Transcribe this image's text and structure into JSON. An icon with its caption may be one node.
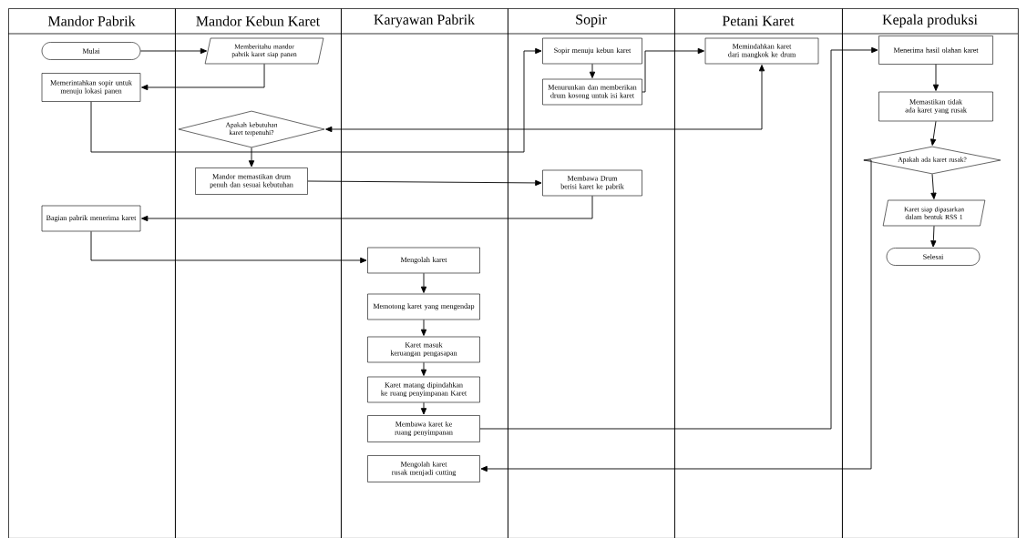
{
  "diagram": {
    "nodes": [
      {
        "text": [
          "Mandor Pabrik"
        ]
      },
      {
        "text": [
          "Mandor Kebun Karet"
        ]
      },
      {
        "text": [
          "Karyawan Pabrik"
        ]
      },
      {
        "text": [
          "Sopir"
        ]
      },
      {
        "text": [
          "Petani Karet"
        ]
      },
      {
        "text": [
          "Kepala produksi"
        ]
      },
      {
        "text": [
          "Mulai"
        ],
        "in": 0
      },
      {
        "text": [
          "Memberitahu mandor pabrik karet siap panen"
        ],
        "in": 1
      },
      {
        "text": [
          "Memerintahkan sopir untuk menuju lokasi panen"
        ],
        "in": 0
      },
      {
        "text": [
          "Sopir menuju kebun karet"
        ],
        "in": 3
      },
      {
        "text": [
          "Menurunkan dan memberikan drum kosong untuk isi karet"
        ],
        "in": 3
      },
      {
        "text": [
          "Memindahkan karet dari mangkok ke drum"
        ],
        "in": 4
      },
      {
        "text": [
          "Menerima hasil olahan karet"
        ],
        "in": 5
      },
      {
        "text": [
          "Apakah kebutuhan karet terpenuhi?"
        ],
        "in": 1
      },
      {
        "text": [
          "Memastikan tidak ada karet yang rusak"
        ],
        "in": 5
      },
      {
        "text": [
          "Apakah ada karet rusak?"
        ],
        "in": 5
      },
      {
        "text": [
          "Mandor memastikan drum penuh dan sesuai kebutuhan"
        ],
        "in": 1
      },
      {
        "text": [
          "Membawa Drum berisi karet ke pabrik"
        ],
        "in": 3
      },
      {
        "text": [
          "Karet siap dipasarkan dalam bentuk RSS 1"
        ],
        "in": 5
      },
      {
        "text": [
          "Bagian pabrik menerima karet"
        ],
        "in": 0
      },
      {
        "text": [
          "Selesai"
        ],
        "in": 5
      },
      {
        "text": [
          "Mengolah karet"
        ],
        "in": 2
      },
      {
        "text": [
          "Memotong karet yang mengendap"
        ],
        "in": 2
      },
      {
        "text": [
          "Karet masuk keruangan pengasapan"
        ],
        "in": 2
      },
      {
        "text": [
          "Karet matang dipindahkan ke ruang penyimpanan Karet"
        ],
        "in": 2
      },
      {
        "text": [
          "Membawa karet ke ruang penyimpanan"
        ],
        "in": 2
      },
      {
        "text": [
          "Mengolah karet rusak menjadi cutting"
        ],
        "in": 2
      }
    ],
    "edges": [
      {
        "from": 6,
        "to": 7,
        "arrow": "to"
      },
      {
        "from": 7,
        "to": 8,
        "arrow": "to"
      },
      {
        "from": 8,
        "to": 9,
        "arrow": "to"
      },
      {
        "from": 9,
        "to": 10,
        "arrow": "to"
      },
      {
        "from": 10,
        "to": 11,
        "arrow": "to"
      },
      {
        "from": 11,
        "to": 13,
        "arrow": "both"
      },
      {
        "from": 13,
        "to": 16,
        "arrow": "to"
      },
      {
        "from": 16,
        "to": 17,
        "arrow": "to"
      },
      {
        "from": 17,
        "to": 19,
        "arrow": "to"
      },
      {
        "from": 19,
        "to": 21,
        "arrow": "to"
      },
      {
        "from": 21,
        "to": 22,
        "arrow": "to"
      },
      {
        "from": 22,
        "to": 23,
        "arrow": "to"
      },
      {
        "from": 23,
        "to": 24,
        "arrow": "to"
      },
      {
        "from": 24,
        "to": 25,
        "arrow": "to"
      },
      {
        "from": 25,
        "to": 12,
        "arrow": "to"
      },
      {
        "from": 12,
        "to": 14,
        "arrow": "to"
      },
      {
        "from": 14,
        "to": 15,
        "arrow": "to"
      },
      {
        "from": 15,
        "to": 18,
        "arrow": "to"
      },
      {
        "from": 18,
        "to": 20,
        "arrow": "to"
      },
      {
        "from": 15,
        "to": 26,
        "arrow": "to"
      }
    ]
  }
}
